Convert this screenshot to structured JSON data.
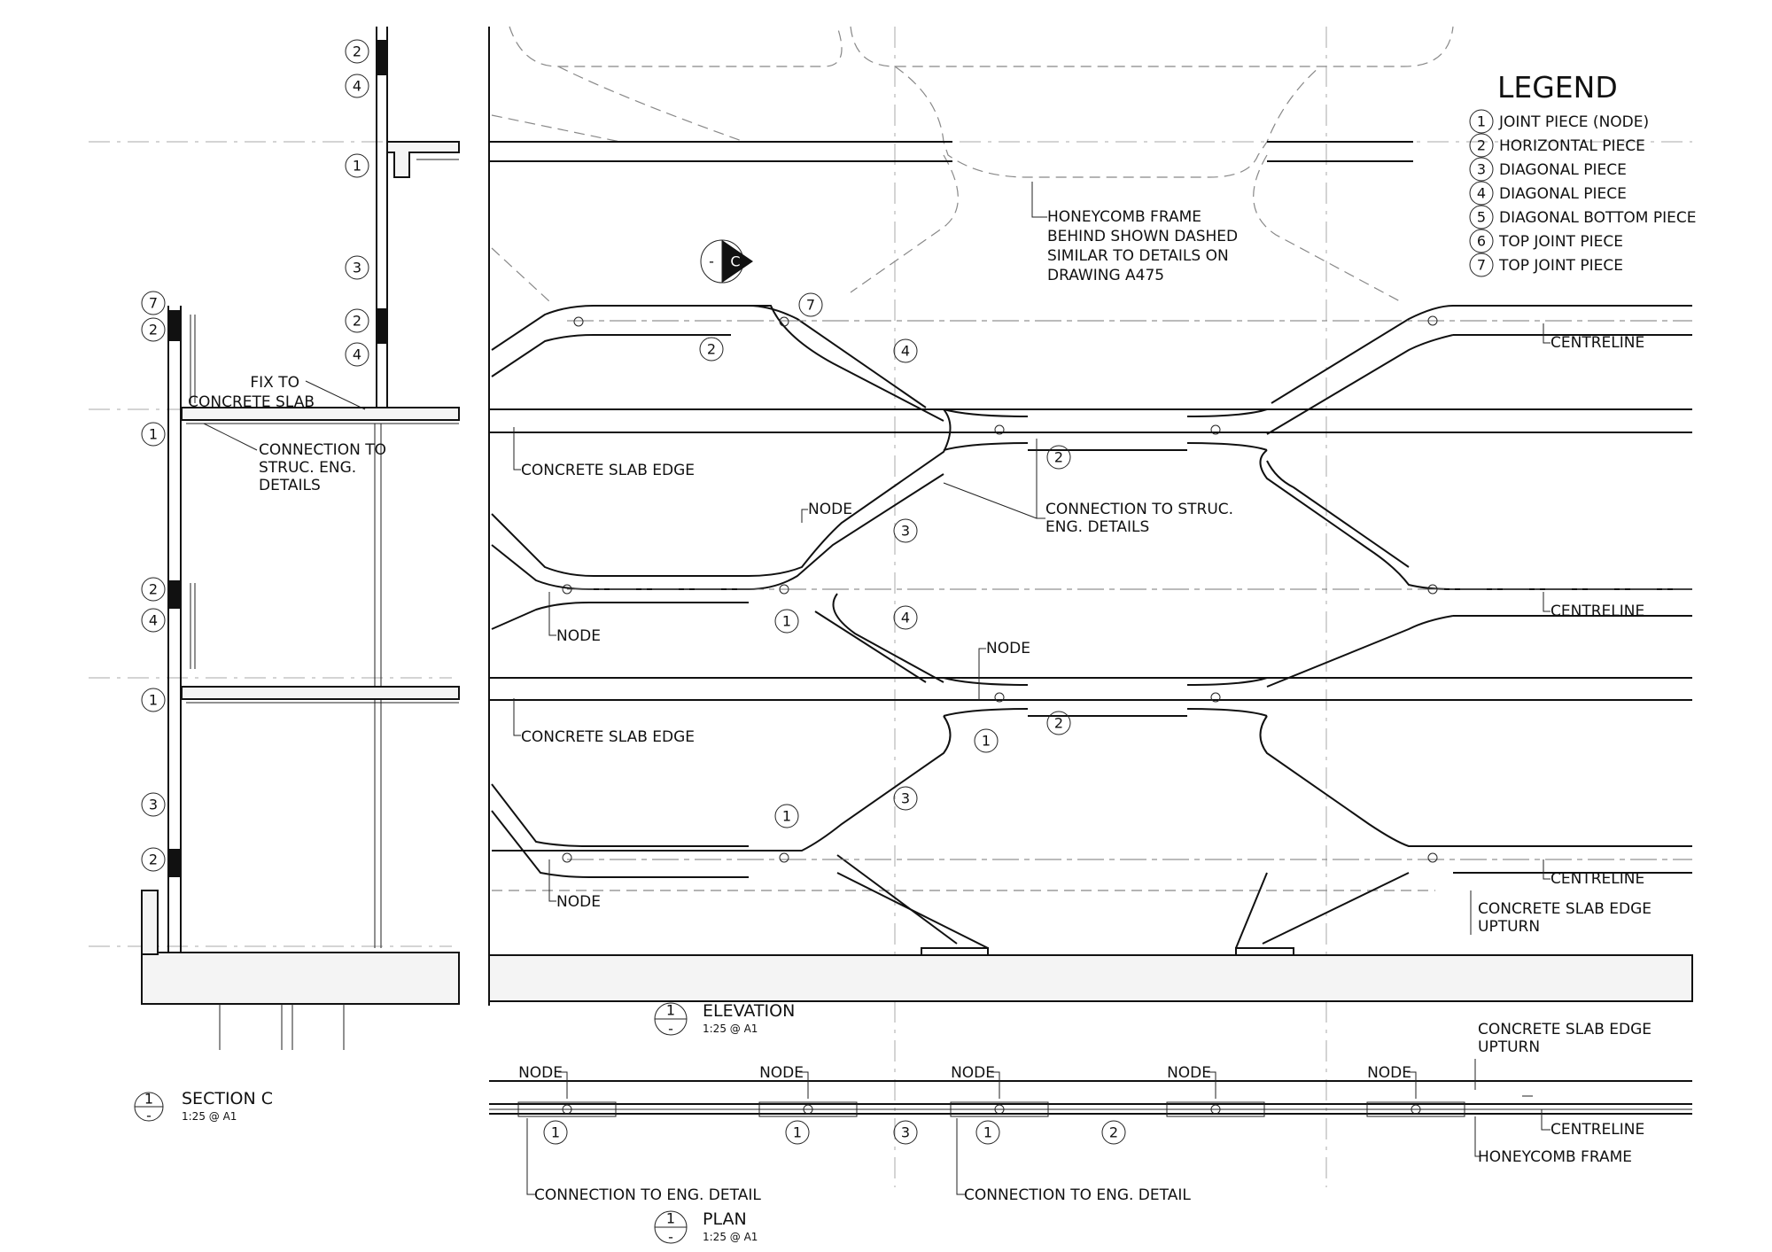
{
  "legend": {
    "title": "LEGEND",
    "items": [
      {
        "num": "1",
        "label": "JOINT PIECE (NODE)"
      },
      {
        "num": "2",
        "label": "HORIZONTAL PIECE"
      },
      {
        "num": "3",
        "label": "DIAGONAL PIECE"
      },
      {
        "num": "4",
        "label": "DIAGONAL PIECE"
      },
      {
        "num": "5",
        "label": "DIAGONAL BOTTOM PIECE"
      },
      {
        "num": "6",
        "label": "TOP JOINT PIECE"
      },
      {
        "num": "7",
        "label": "TOP JOINT PIECE"
      }
    ]
  },
  "section": {
    "fix_note": [
      "FIX TO",
      "CONCRETE SLAB"
    ],
    "connection_note": [
      "CONNECTION TO",
      "STRUC. ENG.",
      "DETAILS"
    ],
    "tags": [
      "2",
      "4",
      "1",
      "3",
      "2",
      "4",
      "7",
      "2",
      "1",
      "2",
      "4",
      "1",
      "3",
      "2"
    ],
    "title_num": "1",
    "title_sub_num": "-",
    "title": "SECTION C",
    "scale": "1:25 @ A1"
  },
  "elevation": {
    "frame_note": [
      "HONEYCOMB FRAME",
      "BEHIND SHOWN DASHED",
      "SIMILAR TO DETAILS ON",
      "DRAWING A475"
    ],
    "section_marker": {
      "letter": "C",
      "sub": "-"
    },
    "slab_edge": "CONCRETE SLAB EDGE",
    "connection_note": [
      "CONNECTION TO STRUC.",
      "ENG. DETAILS"
    ],
    "node": "NODE",
    "centreline": "CENTRELINE",
    "slab_upturn": [
      "CONCRETE SLAB EDGE",
      "UPTURN"
    ],
    "tags": [
      "2",
      "7",
      "4",
      "2",
      "3",
      "1",
      "4",
      "1",
      "2",
      "1",
      "3"
    ],
    "title_num": "1",
    "title_sub_num": "-",
    "title": "ELEVATION",
    "scale": "1:25 @ A1"
  },
  "plan": {
    "node": "NODE",
    "slab_upturn": [
      "CONCRETE SLAB EDGE",
      "UPTURN"
    ],
    "centreline": "CENTRELINE",
    "honeycomb": "HONEYCOMB FRAME",
    "connection": "CONNECTION TO ENG. DETAIL",
    "tags": [
      "1",
      "1",
      "3",
      "1",
      "2"
    ],
    "title_num": "1",
    "title_sub_num": "-",
    "title": "PLAN",
    "scale": "1:25 @ A1"
  },
  "colors": {
    "ink": "#111111",
    "paper": "#ffffff"
  }
}
